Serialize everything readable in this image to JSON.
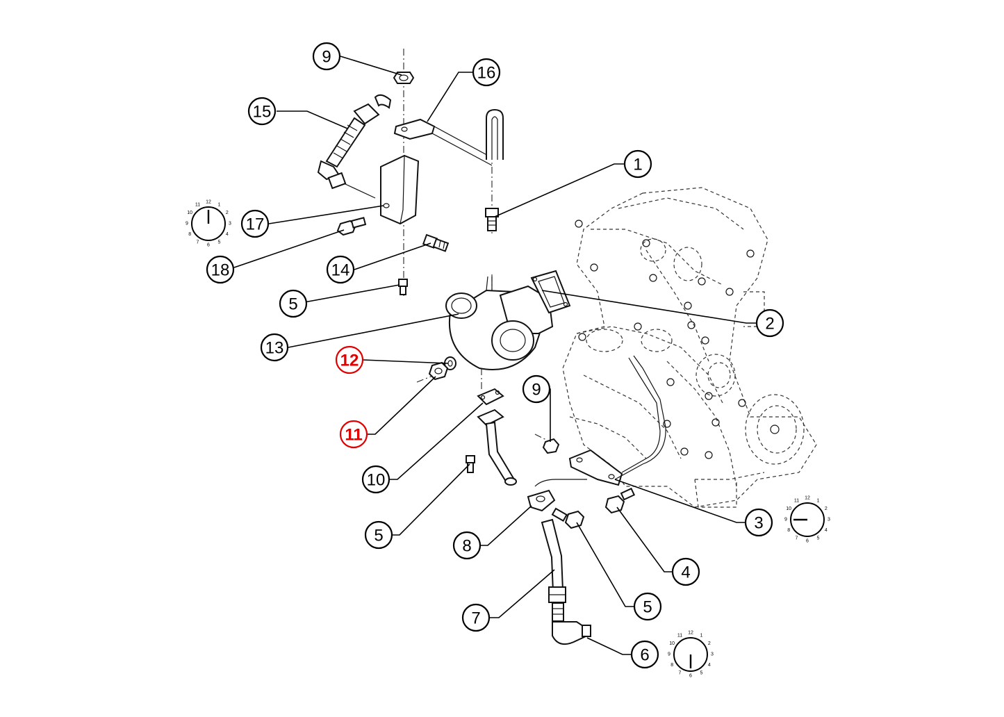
{
  "diagram": {
    "callouts": [
      {
        "id": "c9a",
        "label": "9",
        "highlight": false
      },
      {
        "id": "c16",
        "label": "16",
        "highlight": false
      },
      {
        "id": "c15",
        "label": "15",
        "highlight": false
      },
      {
        "id": "c1",
        "label": "1",
        "highlight": false
      },
      {
        "id": "c17",
        "label": "17",
        "highlight": false
      },
      {
        "id": "c18",
        "label": "18",
        "highlight": false
      },
      {
        "id": "c14",
        "label": "14",
        "highlight": false
      },
      {
        "id": "c5a",
        "label": "5",
        "highlight": false
      },
      {
        "id": "c2",
        "label": "2",
        "highlight": false
      },
      {
        "id": "c13",
        "label": "13",
        "highlight": false
      },
      {
        "id": "c12",
        "label": "12",
        "highlight": true
      },
      {
        "id": "c9b",
        "label": "9",
        "highlight": false
      },
      {
        "id": "c11",
        "label": "11",
        "highlight": true
      },
      {
        "id": "c10",
        "label": "10",
        "highlight": false
      },
      {
        "id": "c3",
        "label": "3",
        "highlight": false
      },
      {
        "id": "c5b",
        "label": "5",
        "highlight": false
      },
      {
        "id": "c8",
        "label": "8",
        "highlight": false
      },
      {
        "id": "c4",
        "label": "4",
        "highlight": false
      },
      {
        "id": "c5c",
        "label": "5",
        "highlight": false
      },
      {
        "id": "c7",
        "label": "7",
        "highlight": false
      },
      {
        "id": "c6",
        "label": "6",
        "highlight": false
      }
    ],
    "clock_numerals": [
      "12",
      "1",
      "2",
      "3",
      "4",
      "5",
      "6",
      "7",
      "8",
      "9",
      "10",
      "11"
    ],
    "colors": {
      "line": "#000000",
      "highlight": "#e00000",
      "background": "#ffffff"
    }
  }
}
